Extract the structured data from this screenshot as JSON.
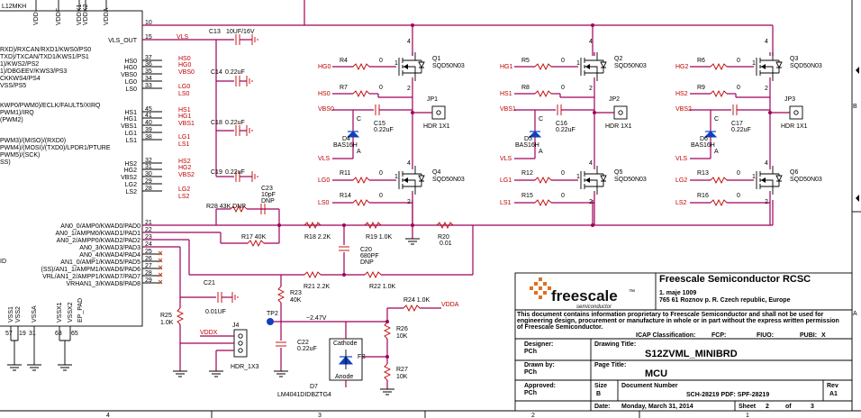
{
  "ic": {
    "name_fragment": "L12MKH",
    "top_pins": [
      "VDD",
      "VDDF",
      "VDDX1",
      "VDDX2",
      "VDDA"
    ],
    "left_signals": [
      "RXD)/RXCAN/RXD1/KWS0/PS0",
      "TXD)/TXCAN/TXD1/KWS1/PS1",
      "1)/KWS2/PS2",
      "1)/DBGEEV/KWS3/PS3",
      "CKKWS4/PS4",
      "VSS/PS5",
      "KWP0/PWM0)/ECLK/FAULT5/XIRQ",
      "PWM1)/IRQ",
      "(PWM2)",
      "PWM3)/(MISO)/(RXD0)",
      "PWM4)/(MOSI)/(TXD0)/LPDR1/PTURE",
      "PWM5)/(SCK)",
      "SS)",
      "ID"
    ],
    "right_pins": [
      {
        "num": "10",
        "name": ""
      },
      {
        "num": "15",
        "name": "VLS_OUT"
      },
      {
        "num": "37",
        "name": "HS0"
      },
      {
        "num": "36",
        "name": "HG0"
      },
      {
        "num": "35",
        "name": "VBS0"
      },
      {
        "num": "34",
        "name": "LG0"
      },
      {
        "num": "33",
        "name": "LS0"
      },
      {
        "num": "45",
        "name": "HS1"
      },
      {
        "num": "41",
        "name": "HG1"
      },
      {
        "num": "40",
        "name": "VBS1"
      },
      {
        "num": "39",
        "name": "LG1"
      },
      {
        "num": "38",
        "name": "LS1"
      },
      {
        "num": "32",
        "name": "HS2"
      },
      {
        "num": "31",
        "name": "HG2"
      },
      {
        "num": "30",
        "name": "VBS2"
      },
      {
        "num": "29",
        "name": "LG2"
      },
      {
        "num": "28",
        "name": "LS2"
      },
      {
        "num": "21",
        "name": "AN0_0/AMP0/KWAD0/PAD0"
      },
      {
        "num": "22",
        "name": "AN0_1/AMPM0/KWAD1/PAD1"
      },
      {
        "num": "23",
        "name": "AN0_2/AMPP0/KWAD2/PAD2"
      },
      {
        "num": "24",
        "name": "AN0_3/KWAD3/PAD3"
      },
      {
        "num": "25",
        "name": "AN0_4/KWAD4/PAD4"
      },
      {
        "num": "26",
        "name": "AN1_0/AMP1/KWAD5/PAD5"
      },
      {
        "num": "27",
        "name": "(SS)/AN1_1/AMPM1/KWAD6/PAD6"
      },
      {
        "num": "28",
        "name": "VRL/AN1_2/AMPP1/KWAD7/PAD7"
      },
      {
        "num": "29",
        "name": "VRHAN1_3/KWAD8/PAD8"
      }
    ],
    "bottom_pins": [
      "VSS1",
      "VSS2",
      "VSSA",
      "VSSX1",
      "VSSX2",
      "EP_PAD"
    ],
    "bottom_nums": [
      "57",
      "19",
      "31",
      "63",
      "65"
    ]
  },
  "nets": {
    "vls": "VLS",
    "hs": [
      "HS0",
      "HS1",
      "HS2"
    ],
    "hg": [
      "HG0",
      "HG1",
      "HG2"
    ],
    "vbs": [
      "VBS0",
      "VBS1",
      "VBS2"
    ],
    "lg": [
      "LG0",
      "LG1",
      "LG2"
    ],
    "ls": [
      "LS0",
      "LS1",
      "LS2"
    ],
    "vddx": "VDDX",
    "vdda": "VDDA",
    "tp": "TP2",
    "voltage": "~2.47V"
  },
  "caps_left": [
    {
      "ref": "C13",
      "val": "10UF/16V"
    },
    {
      "ref": "C14",
      "val": "0.22uF"
    },
    {
      "ref": "C18",
      "val": "0.22uF"
    },
    {
      "ref": "C19",
      "val": "0.22uF"
    }
  ],
  "bridges": [
    {
      "r_hg": "R4",
      "r_hs": "R7",
      "r_lg": "R11",
      "r_ls": "R14",
      "q_hi": "Q1",
      "q_lo": "Q4",
      "jp": "JP1",
      "c": "C15",
      "d": "D4"
    },
    {
      "r_hg": "R5",
      "r_hs": "R8",
      "r_lg": "R12",
      "r_ls": "R15",
      "q_hi": "Q2",
      "q_lo": "Q5",
      "jp": "JP2",
      "c": "C16",
      "d": "D5"
    },
    {
      "r_hg": "R6",
      "r_hs": "R9",
      "r_lg": "R13",
      "r_ls": "R16",
      "q_hi": "Q3",
      "q_lo": "Q6",
      "jp": "JP3",
      "c": "C17",
      "d": "D6"
    }
  ],
  "bridge_common": {
    "mosfet": "SQD50N03",
    "header": "HDR 1X1",
    "cap": "0.22uF",
    "diode": "BAS16H",
    "r_val": "0",
    "pin_a": "A",
    "pin_c": "C"
  },
  "analog": {
    "r28": "R28 43K DNP",
    "c23": "C23",
    "c23_val": "10pF",
    "c23_dnp": "DNP",
    "r17": "R17 40K",
    "r18": "R18 2.2K",
    "r19": "R19 1.0K",
    "r20": "R20",
    "r20_val": "0.01",
    "c20": "C20",
    "c20_val": "680PF",
    "c20_dnp": "DNP",
    "r21": "R21 2.2K",
    "r22": "R22 1.0K",
    "c21": "C21",
    "c21_val": "0.01UF",
    "r23": "R23",
    "r23_val": "40K",
    "r24": "R24 1.0K",
    "r25": "R25",
    "r25_val": "1.0K",
    "j4": "J4",
    "j4_val": "HDR_1X3",
    "c22": "C22",
    "c22_val": "0.22uF",
    "r26": "R26",
    "r26_val": "10K",
    "r27": "R27",
    "r27_val": "10K",
    "d7": "D7",
    "d7_val": "LM4041DIDBZTG4",
    "d7_cathode": "Cathode",
    "d7_anode": "Anode",
    "d7_fb": "FB"
  },
  "title_block": {
    "logo": "freescale",
    "logo_tm": "™",
    "logo_sub": "semiconductor",
    "company": "Freescale Semiconductor RCSC",
    "addr1": "1. maje 1009",
    "addr2": "765 61 Roznov p. R. Czech republic, Europe",
    "notice1": "This document contains information proprietary to Freescale Semiconductor and shall not be used for",
    "notice2": "engineering design, procurement or manufacture in whole or in part without the express written permission",
    "notice3": "of Freescale Semiconductor.",
    "icap": "ICAP Classification:",
    "fcp": "FCP:",
    "fiuo": "FIUO:",
    "pubi": "PUBI:",
    "pubi_val": "X",
    "designer_lbl": "Designer:",
    "designer": "PCh",
    "drawn_lbl": "Drawn by:",
    "drawn": "PCh",
    "approved_lbl": "Approved:",
    "approved": "PCh",
    "drawing_title_lbl": "Drawing Title:",
    "drawing_title": "S12ZVML_MINIBRD",
    "page_title_lbl": "Page Title:",
    "page_title": "MCU",
    "size_lbl": "Size",
    "size": "B",
    "doc_lbl": "Document Number",
    "doc": "SCH-28219  PDF: SPF-28219",
    "rev_lbl": "Rev",
    "rev": "A1",
    "date_lbl": "Date:",
    "date": "Monday, March 31, 2014",
    "sheet_lbl": "Sheet",
    "sheet": "2",
    "of_lbl": "of",
    "of": "3"
  },
  "border": {
    "cols": [
      "4",
      "3",
      "2",
      "1"
    ],
    "rows": [
      "B",
      "A"
    ]
  }
}
